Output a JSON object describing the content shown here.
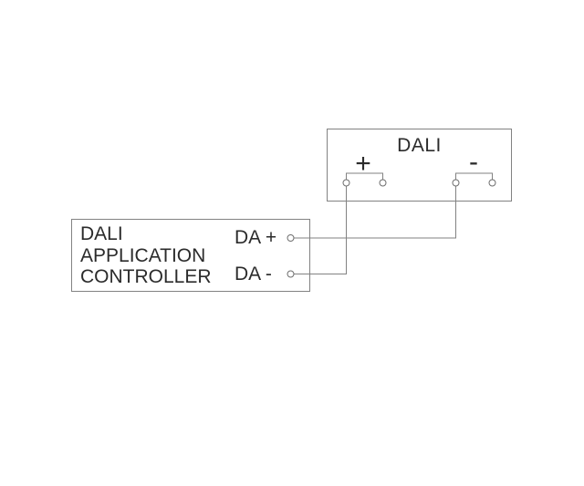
{
  "colors": {
    "background": "#ffffff",
    "line": "#828282",
    "text": "#2b2b2b"
  },
  "dali_device": {
    "label": "DALI",
    "plus_terminal_label": "+",
    "minus_terminal_label": "-"
  },
  "controller": {
    "name_lines": [
      "DALI",
      "APPLICATION",
      "CONTROLLER"
    ],
    "da_plus_label": "DA +",
    "da_minus_label": "DA -"
  }
}
